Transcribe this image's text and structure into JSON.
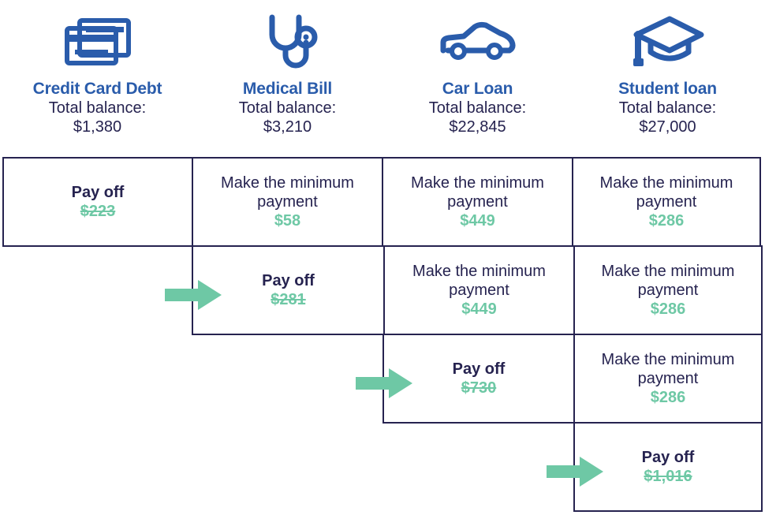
{
  "debts": [
    {
      "icon": "credit-card-icon",
      "name": "Credit Card Debt",
      "balance_label": "Total balance:",
      "balance_value": "$1,380"
    },
    {
      "icon": "stethoscope-icon",
      "name": "Medical Bill",
      "balance_label": "Total balance:",
      "balance_value": "$3,210"
    },
    {
      "icon": "car-icon",
      "name": "Car Loan",
      "balance_label": "Total balance:",
      "balance_value": "$22,845"
    },
    {
      "icon": "graduation-cap-icon",
      "name": "Student loan",
      "balance_label": "Total balance:",
      "balance_value": "$27,000"
    }
  ],
  "rows": [
    {
      "step": 1,
      "has_arrow": false,
      "cells": [
        {
          "action": "Pay off",
          "amount": "$223",
          "type": "payoff",
          "struck": true
        },
        {
          "action": "Make the minimum payment",
          "amount": "$58",
          "type": "minimum",
          "struck": false
        },
        {
          "action": "Make the minimum payment",
          "amount": "$449",
          "type": "minimum",
          "struck": false
        },
        {
          "action": "Make the minimum payment",
          "amount": "$286",
          "type": "minimum",
          "struck": false
        }
      ]
    },
    {
      "step": 2,
      "has_arrow": true,
      "cells": [
        {
          "action": "Pay off",
          "amount": "$281",
          "type": "payoff",
          "struck": true
        },
        {
          "action": "Make the minimum payment",
          "amount": "$449",
          "type": "minimum",
          "struck": false
        },
        {
          "action": "Make the minimum payment",
          "amount": "$286",
          "type": "minimum",
          "struck": false
        }
      ]
    },
    {
      "step": 3,
      "has_arrow": true,
      "cells": [
        {
          "action": "Pay off",
          "amount": "$730",
          "type": "payoff",
          "struck": true
        },
        {
          "action": "Make the minimum payment",
          "amount": "$286",
          "type": "minimum",
          "struck": false
        }
      ]
    },
    {
      "step": 4,
      "has_arrow": true,
      "cells": [
        {
          "action": "Pay off",
          "amount": "$1,016",
          "type": "payoff",
          "struck": true
        }
      ]
    }
  ],
  "colors": {
    "navy": "#262350",
    "blue": "#2a5cab",
    "green": "#6ec8a5",
    "background": "#ffffff"
  }
}
